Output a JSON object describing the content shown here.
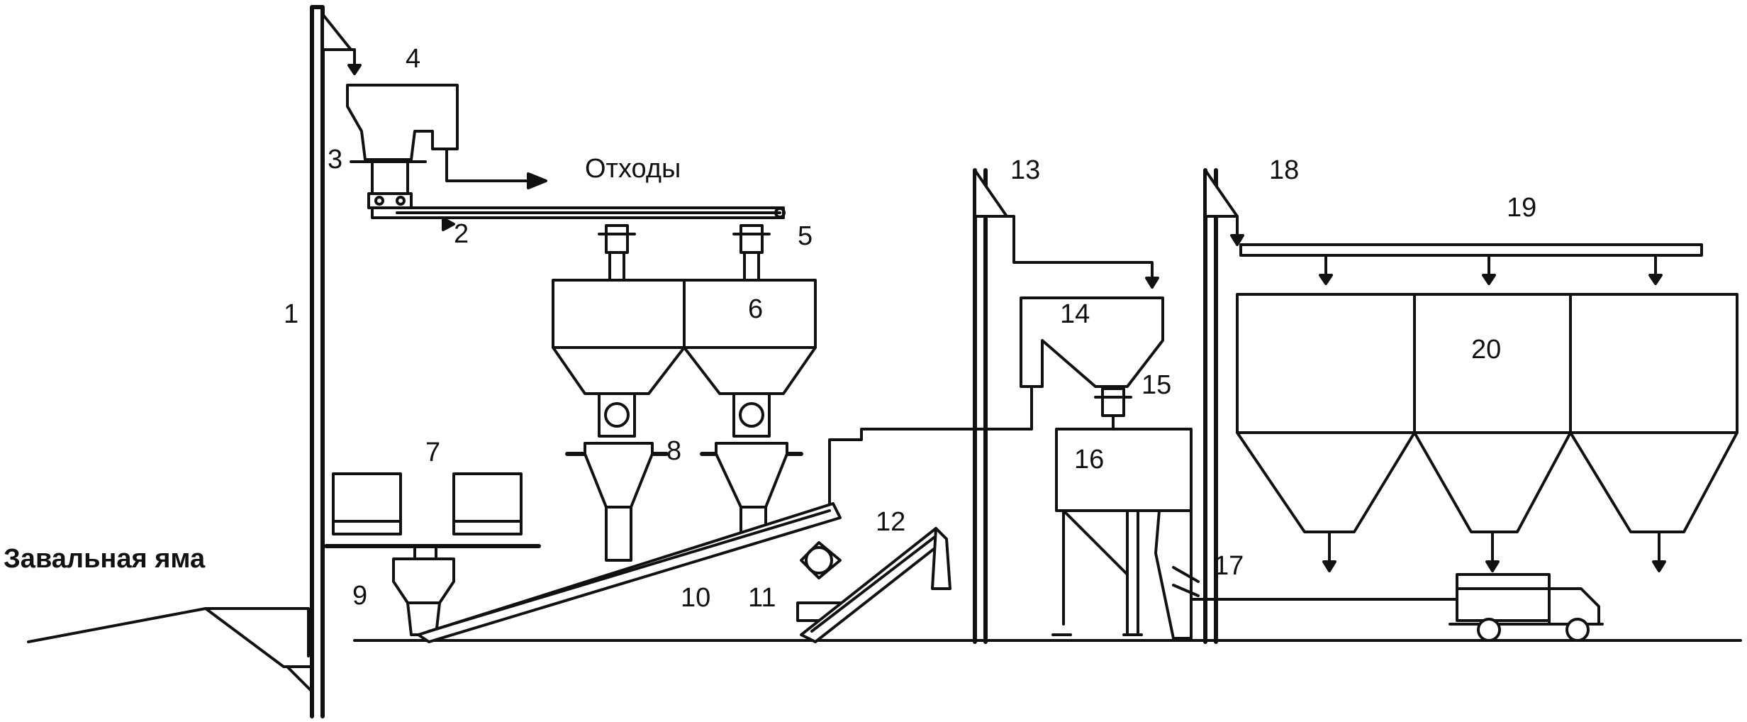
{
  "labels": {
    "n1": "1",
    "n2": "2",
    "n3": "3",
    "n4": "4",
    "n5": "5",
    "n6": "6",
    "n7": "7",
    "n8": "8",
    "n9": "9",
    "n10": "10",
    "n11": "11",
    "n12": "12",
    "n13": "13",
    "n14": "14",
    "n15": "15",
    "n16": "16",
    "n17": "17",
    "n18": "18",
    "n19": "19",
    "n20": "20"
  },
  "text": {
    "waste": "Отходы",
    "pit": "Завальная яма"
  }
}
